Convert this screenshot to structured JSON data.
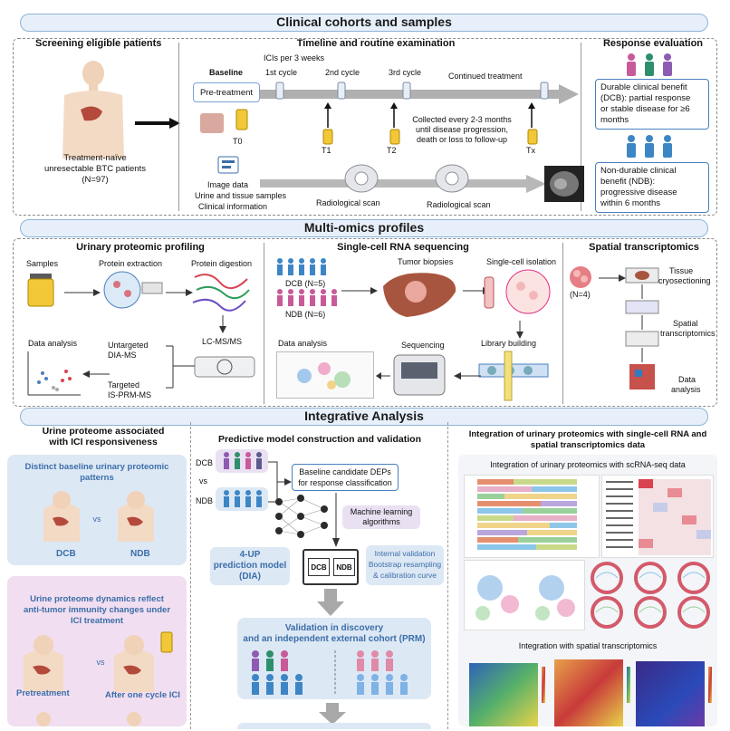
{
  "section1": {
    "banner": "Clinical cohorts and samples",
    "screening": {
      "title": "Screening eligible patients",
      "caption1": "Treatment-naïve",
      "caption2": "unresectable BTC patients",
      "caption3": "(N=97)"
    },
    "timeline": {
      "title": "Timeline and routine examination",
      "icis": "ICIs per 3 weeks",
      "baseline": "Baseline",
      "pretreatment": "Pre-treatment",
      "cycle1": "1st cycle",
      "cycle2": "2nd cycle",
      "cycle3": "3rd cycle",
      "continued": "Continued treatment",
      "t0": "T0",
      "t1": "T1",
      "t2": "T2",
      "tx": "Tx",
      "collected1": "Collected every 2-3 months",
      "collected2": "until disease progression,",
      "collected3": "death or loss to follow-up",
      "image_data": "Image data",
      "urine_tissue": "Urine and tissue samples",
      "clinical_info": "Clinical information",
      "radiological1": "Radiological scan",
      "radiological2": "Radiological scan"
    },
    "response": {
      "title": "Response evaluation",
      "dcb1": "Durable clinical benefit",
      "dcb2": "(DCB): partial response",
      "dcb3": "or stable disease for ≥6",
      "dcb4": "months",
      "ndb1": "Non-durable clinical",
      "ndb2": "benefit (NDB):",
      "ndb3": "progressive disease",
      "ndb4": "within 6 months"
    }
  },
  "section2": {
    "banner": "Multi-omics profiles",
    "urinary": {
      "title": "Urinary proteomic profiling",
      "samples": "Samples",
      "extraction": "Protein extraction",
      "digestion": "Protein digestion",
      "lcms": "LC-MS/MS",
      "untargeted1": "Untargeted",
      "untargeted2": "DIA-MS",
      "targeted1": "Targeted",
      "targeted2": "IS-PRM-MS",
      "analysis": "Data analysis"
    },
    "scrna": {
      "title": "Single-cell RNA sequencing",
      "dcb": "DCB (N=5)",
      "ndb": "NDB (N=6)",
      "biopsies": "Tumor biopsies",
      "isolation": "Single-cell isolation",
      "analysis": "Data analysis",
      "sequencing": "Sequencing",
      "library": "Library building"
    },
    "spatial": {
      "title": "Spatial transcriptomics",
      "n": "(N=4)",
      "tissue1": "Tissue",
      "tissue2": "cryosectioning",
      "spatial1": "Spatial",
      "spatial2": "transcriptomics",
      "data1": "Data",
      "data2": "analysis"
    }
  },
  "section3": {
    "banner": "Integrative Analysis",
    "urine": {
      "title1": "Urine proteome associated",
      "title2": "with ICI responsiveness",
      "distinct1": "Distinct baseline urinary proteomic",
      "distinct2": "patterns",
      "vs1": "vs",
      "dcb": "DCB",
      "ndb": "NDB",
      "dyn1": "Urine proteome dynamics reflect",
      "dyn2": "anti-tumor immunity changes under",
      "dyn3": "ICI treatment",
      "vs2": "vs",
      "pre": "Pretreatment",
      "after": "After one cycle ICI"
    },
    "model": {
      "title": "Predictive model construction and validation",
      "dcb": "DCB",
      "vs": "vs",
      "ndb": "NDB",
      "candidate1": "Baseline candidate DEPs",
      "candidate2": "for response classification",
      "ml1": "Machine learning",
      "ml2": "algorithms",
      "up1": "4-UP",
      "up2": "prediction model",
      "up3": "(DIA)",
      "btn_dcb": "DCB",
      "btn_ndb": "NDB",
      "internal1": "Internal validation",
      "internal2": "Bootstrap resampling",
      "internal3": "& calibration curve",
      "validation1": "Validation in discovery",
      "validation2": "and an independent external cohort (PRM)"
    },
    "integration": {
      "title1": "Integration of urinary proteomics with single-cell RNA and",
      "title2": "spatial transcriptomics data",
      "sub1": "Integration of urinary proteomics with scRNA-seq data",
      "sub2": "Integration with spatial transcriptomics"
    }
  },
  "colors": {
    "banner_fill": "#e7f0fa",
    "banner_border": "#8fb3d6",
    "accent_blue": "#3b6ea8",
    "dcb_pink": "#c85a9a",
    "ndb_blue": "#3d86c6"
  }
}
